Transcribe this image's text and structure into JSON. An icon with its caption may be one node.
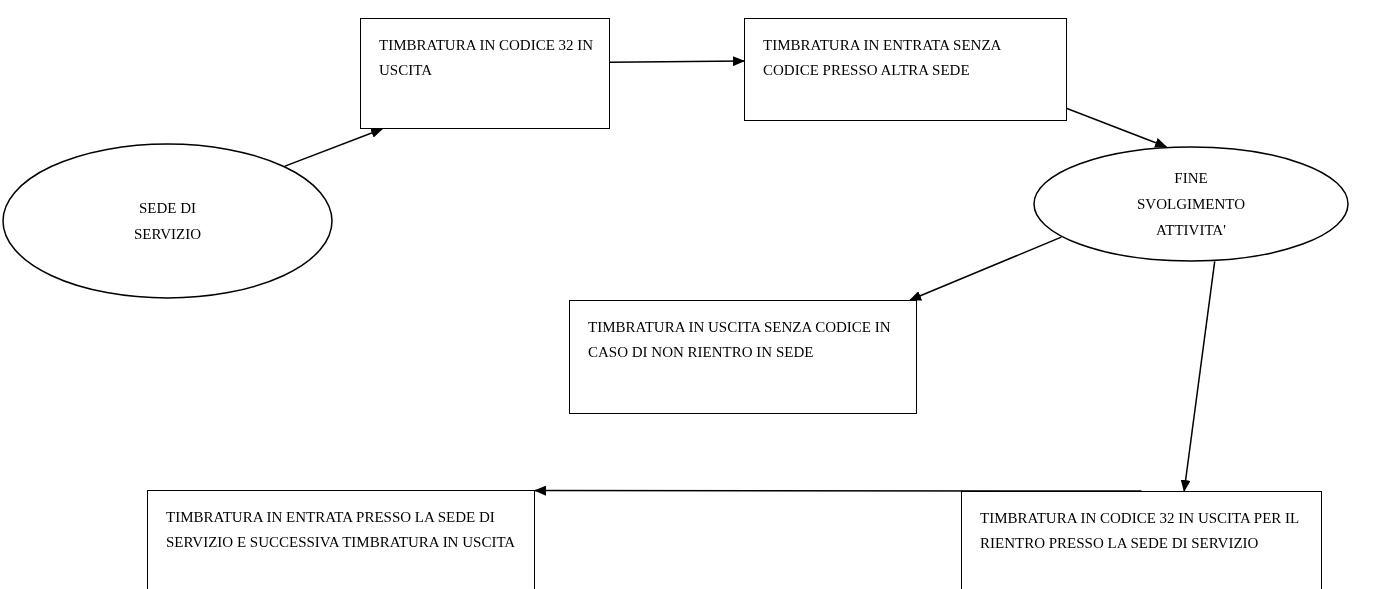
{
  "diagram": {
    "nodes": [
      {
        "text": [
          "SEDE DI SERVIZIO"
        ]
      },
      {
        "text": [
          "TIMBRATURA IN CODICE 32 IN USCITA"
        ]
      },
      {
        "text": [
          "TIMBRATURA IN ENTRATA SENZA CODICE PRESSO ALTRA SEDE"
        ]
      },
      {
        "text": [
          "FINE SVOLGIMENTO ATTIVITA'"
        ]
      },
      {
        "text": [
          "TIMBRATURA IN USCITA SENZA CODICE IN CASO DI NON RIENTRO IN SEDE"
        ]
      },
      {
        "text": [
          "TIMBRATURA IN CODICE 32 IN USCITA PER IL RIENTRO PRESSO LA SEDE DI SERVIZIO"
        ]
      },
      {
        "text": [
          "TIMBRATURA IN ENTRATA PRESSO LA SEDE DI SERVIZIO E SUCCESSIVA TIMBRATURA IN USCITA"
        ]
      }
    ],
    "edges": [
      {
        "from": 0,
        "to": 1,
        "arrow": "to"
      },
      {
        "from": 1,
        "to": 2,
        "arrow": "to"
      },
      {
        "from": 2,
        "to": 3,
        "arrow": "to"
      },
      {
        "from": 3,
        "to": 4,
        "arrow": "to"
      },
      {
        "from": 3,
        "to": 5,
        "arrow": "to"
      },
      {
        "from": 5,
        "to": 6,
        "arrow": "to"
      }
    ]
  }
}
